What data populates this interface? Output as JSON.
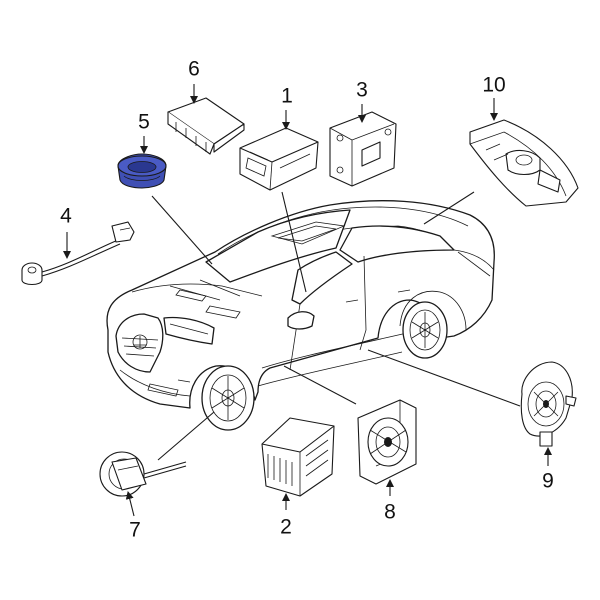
{
  "diagram": {
    "highlight_color": "#3f4fb4",
    "line_color": "#1a1a1a",
    "callouts": [
      {
        "label": "1",
        "part": "control-module-box"
      },
      {
        "label": "2",
        "part": "amplifier"
      },
      {
        "label": "3",
        "part": "mounting-bracket"
      },
      {
        "label": "4",
        "part": "sensor-harness"
      },
      {
        "label": "5",
        "part": "speaker-highlighted"
      },
      {
        "label": "6",
        "part": "cover-panel"
      },
      {
        "label": "7",
        "part": "front-door-speaker"
      },
      {
        "label": "8",
        "part": "rear-door-speaker"
      },
      {
        "label": "9",
        "part": "rear-speaker"
      },
      {
        "label": "10",
        "part": "rear-shelf-housing"
      }
    ]
  }
}
